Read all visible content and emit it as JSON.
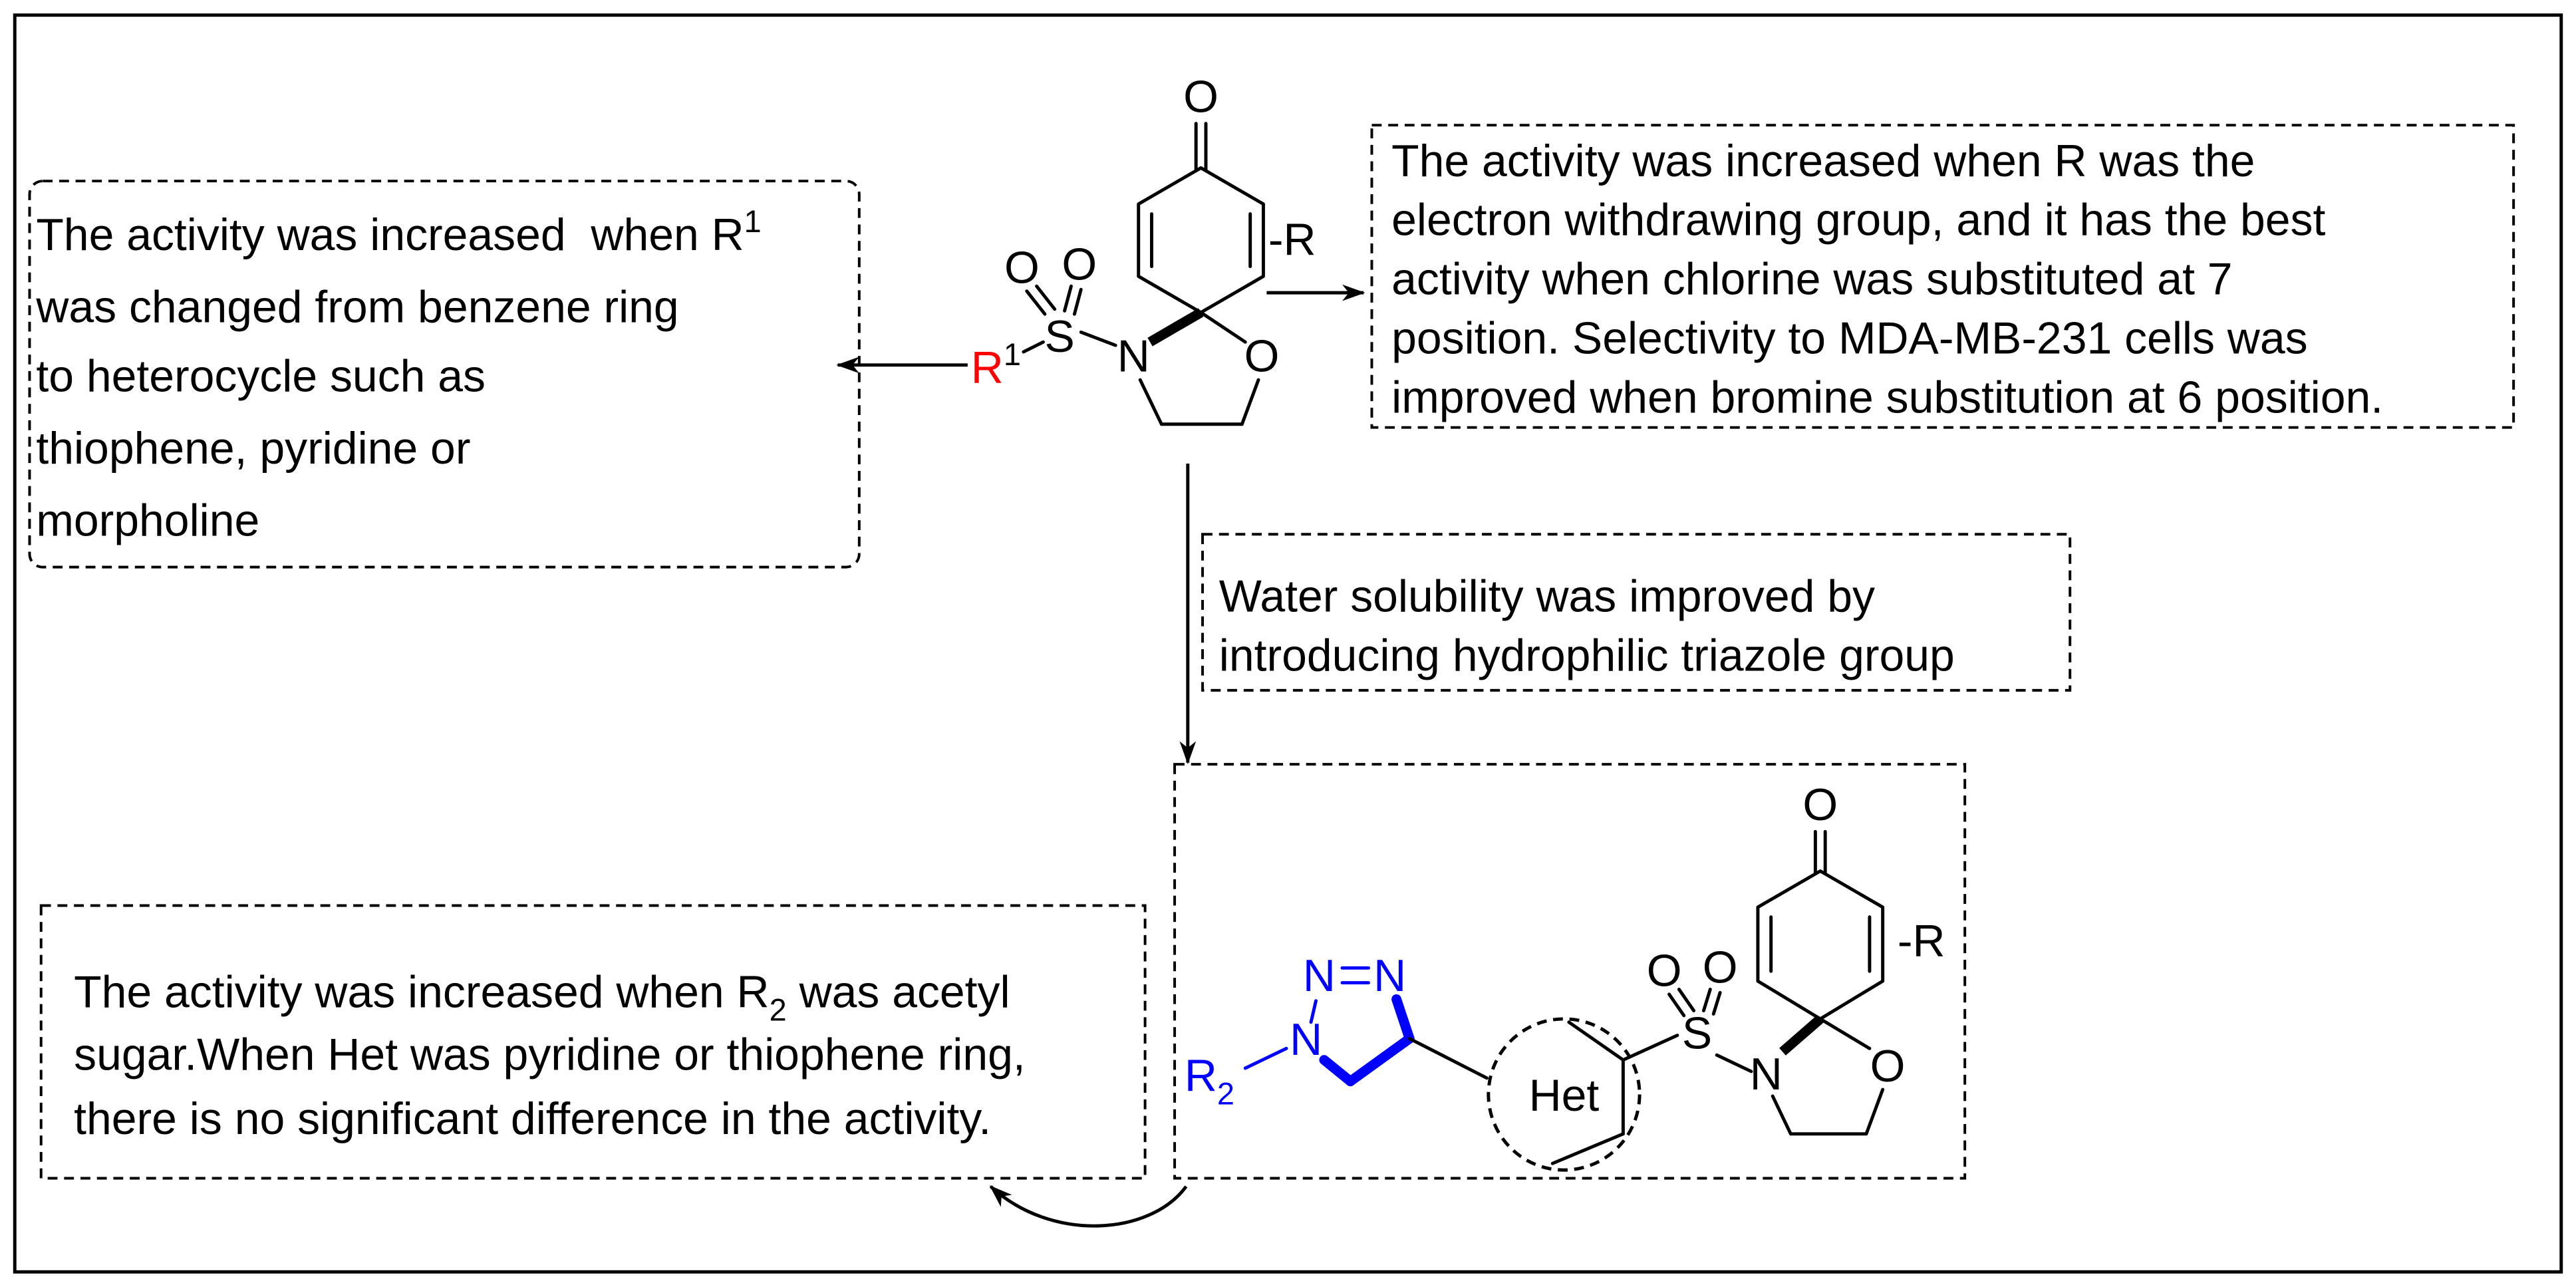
{
  "colors": {
    "ink": "#000000",
    "r1_highlight": "#ff0000",
    "triazole_highlight": "#0000ff"
  },
  "top_molecule": {
    "carbonyl_o": "O",
    "ring_substituent": "-R",
    "sulfonyl_s": "S",
    "sulfonyl_o1": "O",
    "sulfonyl_o2": "O",
    "ring_n": "N",
    "ring_o": "O",
    "r1": "R",
    "r1_superscript": "1"
  },
  "bottom_molecule": {
    "carbonyl_o": "O",
    "ring_substituent": "-R",
    "sulfonyl_s": "S",
    "sulfonyl_o1": "O",
    "sulfonyl_o2": "O",
    "ring_n": "N",
    "ring_o": "O",
    "het": "Het",
    "r2": "R",
    "r2_subscript": "2",
    "triazole_n1": "N",
    "triazole_n2": "N",
    "triazole_n3": "N"
  },
  "notes": {
    "r1_note": {
      "line1": "The activity was increased  when R",
      "line1_superscript": "1",
      "lines": [
        "was changed from benzene ring",
        "to heterocycle such as",
        "thiophene, pyridine or",
        "morpholine"
      ]
    },
    "r_note": {
      "lines": [
        "The activity was increased when R was the",
        "electron withdrawing group, and it has the best",
        "activity when chlorine was substituted at 7",
        "position. Selectivity to MDA-MB-231 cells was",
        "improved when bromine substitution at 6 position."
      ]
    },
    "triazole_note": {
      "lines": [
        "Water solubility was improved by",
        "introducing hydrophilic triazole group"
      ]
    },
    "r2_note": {
      "line1_before": "The activity was increased when R",
      "line1_subscript": "2",
      "line1_after": " was acetyl",
      "lines": [
        "sugar.When Het was pyridine or thiophene ring,",
        "there is no significant difference in the activity."
      ]
    }
  }
}
